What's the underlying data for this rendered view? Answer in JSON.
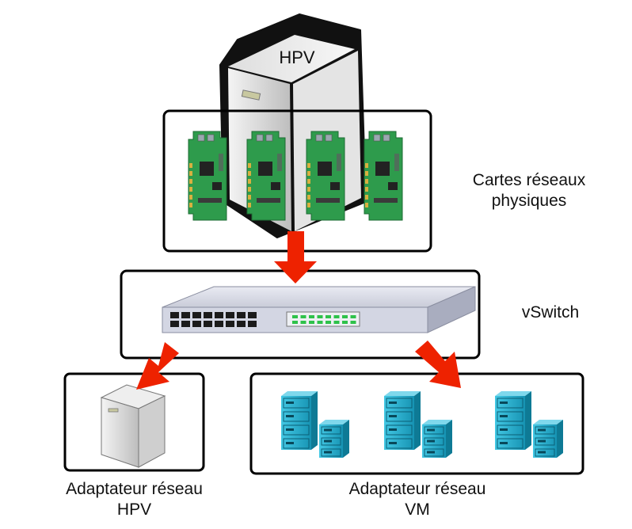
{
  "server": {
    "label": "HPV"
  },
  "nic_box": {
    "label_line1": "Cartes réseaux",
    "label_line2": "physiques",
    "card_count": 4
  },
  "vswitch": {
    "label": "vSwitch"
  },
  "hpv_adapter": {
    "label_line1": "Adaptateur réseau",
    "label_line2": "HPV"
  },
  "vm_adapter": {
    "label_line1": "Adaptateur réseau",
    "label_line2": "VM",
    "vm_count": 3
  },
  "colors": {
    "arrow": "#ee2200",
    "box_border": "#000000",
    "pcb": "#2e9b4c",
    "vm": "#1ba6c4",
    "switch_body": "#d8dae6"
  }
}
